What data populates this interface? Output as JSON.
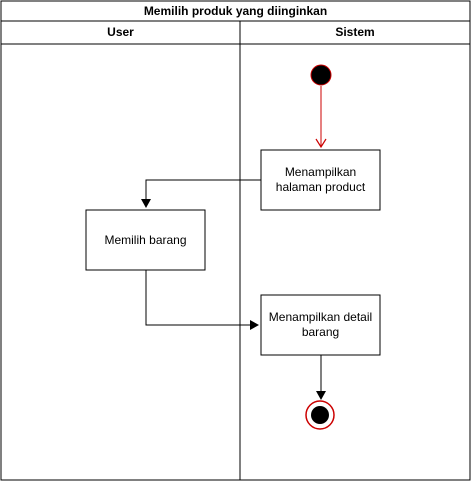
{
  "diagram": {
    "title": "Memilih produk yang diinginkan",
    "lanes": {
      "left": "User",
      "right": "Sistem"
    },
    "nodes": {
      "show_product_page": "Menampilkan halaman product",
      "choose_item": "Memilih barang",
      "show_item_detail": "Menampilkan detail barang"
    },
    "colors": {
      "line": "#000000",
      "accent": "#cc0000",
      "fill": "#ffffff",
      "node": "#000000"
    }
  }
}
